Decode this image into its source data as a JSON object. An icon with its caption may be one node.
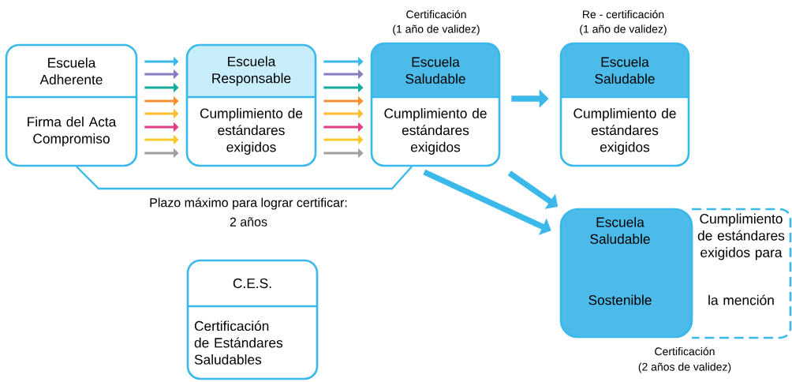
{
  "diagram": {
    "nodes": [
      {
        "text": [
          "Escuela Adherente",
          "Firma del Acta Compromiso"
        ]
      },
      {
        "text": [
          "Escuela Responsable",
          "Cumplimiento de estándares exigidos"
        ]
      },
      {
        "text": [
          "Escuela Saludable",
          "Cumplimiento de estándares exigidos"
        ],
        "beside": [
          "Certificación",
          "(1 año de validez)"
        ]
      },
      {
        "text": [
          "Escuela Saludable",
          "Cumplimiento de estándares exigidos"
        ],
        "beside": [
          "Re - certificación",
          "(1 año de validez)"
        ]
      },
      {
        "text": [
          "Escuela Saludable",
          "Sostenible"
        ],
        "beside": [
          "Certificación",
          "(2 años de validez)"
        ]
      },
      {
        "text": [
          "Cumplimiento de estándares exigidos para",
          "la mención"
        ]
      },
      {
        "text": [
          "C.E.S.",
          "Certificación de Estándares Saludables"
        ]
      }
    ],
    "edges": [
      {
        "from": 0,
        "to": 1,
        "arrow": "to"
      },
      {
        "from": 0,
        "to": 1,
        "arrow": "to",
        "color": "#8a7cc0"
      },
      {
        "from": 0,
        "to": 1,
        "arrow": "to",
        "color": "#12ab9b"
      },
      {
        "from": 0,
        "to": 1,
        "arrow": "to",
        "color": "#f7902e"
      },
      {
        "from": 0,
        "to": 1,
        "arrow": "to",
        "color": "#fbbd32"
      },
      {
        "from": 0,
        "to": 1,
        "arrow": "to",
        "color": "#e03f86"
      },
      {
        "from": 0,
        "to": 1,
        "arrow": "to",
        "color": "#fcc72a"
      },
      {
        "from": 0,
        "to": 1,
        "arrow": "to",
        "color": "#a0a0a0"
      },
      {
        "from": 1,
        "to": 2,
        "arrow": "to"
      },
      {
        "from": 1,
        "to": 2,
        "arrow": "to",
        "color": "#8a7cc0"
      },
      {
        "from": 1,
        "to": 2,
        "arrow": "to",
        "color": "#12ab9b"
      },
      {
        "from": 1,
        "to": 2,
        "arrow": "to",
        "color": "#f7902e"
      },
      {
        "from": 1,
        "to": 2,
        "arrow": "to",
        "color": "#fbbd32"
      },
      {
        "from": 1,
        "to": 2,
        "arrow": "to",
        "color": "#e03f86"
      },
      {
        "from": 1,
        "to": 2,
        "arrow": "to",
        "color": "#fcc72a"
      },
      {
        "from": 1,
        "to": 2,
        "arrow": "to",
        "color": "#a0a0a0"
      },
      {
        "from": 2,
        "to": 3,
        "arrow": "to",
        "style": "thick"
      },
      {
        "from": 2,
        "to": 4,
        "arrow": "to",
        "style": "thick"
      },
      {
        "from": 2,
        "to": 4,
        "arrow": "to",
        "style": "thick"
      }
    ],
    "labels": [
      "Plazo máximo para lograr certificar:",
      "2 años"
    ]
  }
}
